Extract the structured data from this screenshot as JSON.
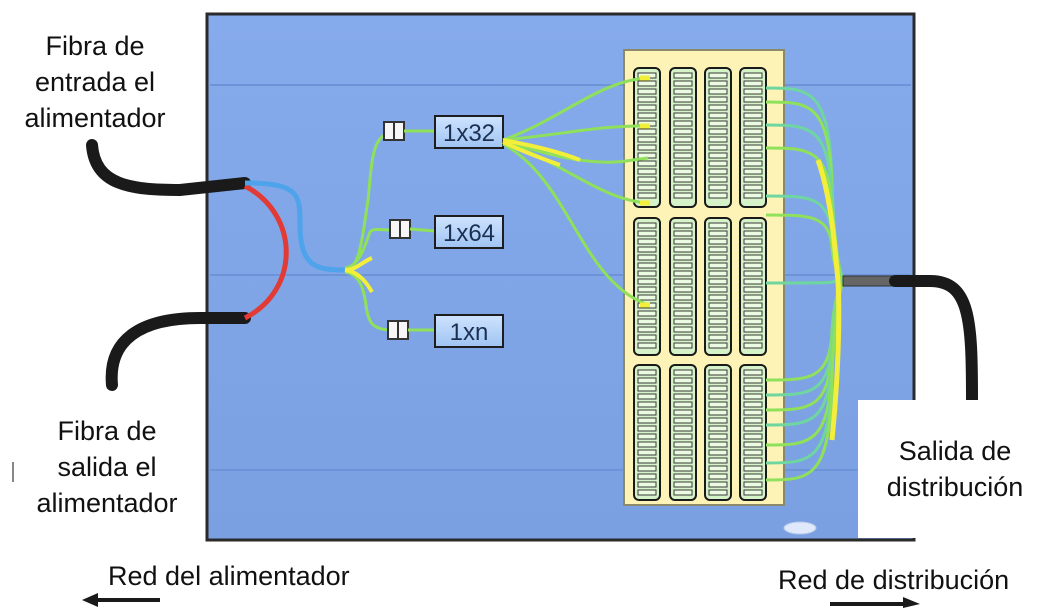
{
  "labels": {
    "feeder_input": "Fibra de\nentrada el\nalimentador",
    "feeder_output": "Fibra de\nsalida el\nalimentador",
    "distribution_output": "Salida de\ndistribución",
    "feeder_network": "Red del alimentador",
    "distribution_network": "Red de distribución"
  },
  "splitters": [
    {
      "label": "1x32"
    },
    {
      "label": "1x64"
    },
    {
      "label": "1xn"
    }
  ],
  "colors": {
    "enclosure": "#7fa6e8",
    "panel": "#fdf3b6",
    "fiber_blue": "#4fa3ea",
    "fiber_red": "#e23a35",
    "fiber_green": "#8fe05a",
    "fiber_yellow": "#f2ee3a",
    "cable": "#1a1a1a"
  }
}
